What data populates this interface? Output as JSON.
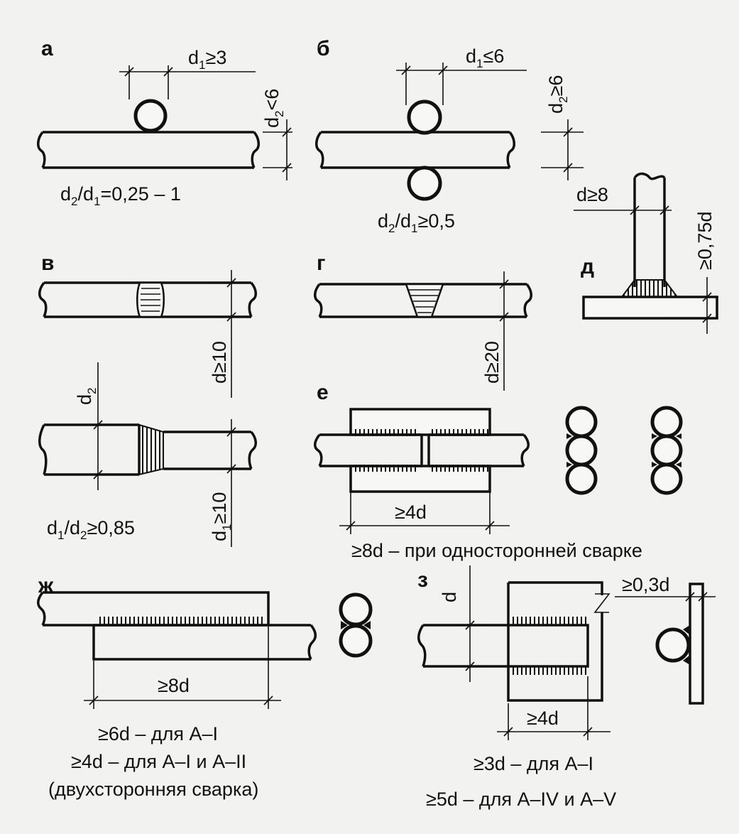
{
  "panels": {
    "a": {
      "letter": "а",
      "d1": "d",
      "d1_sub": "1",
      "d1_cond": "≥3",
      "d2": "d",
      "d2_sub": "2",
      "d2_cond": "<6",
      "ratio": {
        "p1": "d",
        "s1": "2",
        "p2": "/d",
        "s2": "1",
        "p3": "=0,25 – 1"
      }
    },
    "b": {
      "letter": "б",
      "d1": "d",
      "d1_sub": "1",
      "d1_cond": "≤6",
      "d2": "d",
      "d2_sub": "2",
      "d2_cond": "≥6",
      "ratio": {
        "p1": "d",
        "s1": "2",
        "p2": "/d",
        "s2": "1",
        "p3": "≥0,5"
      }
    },
    "v": {
      "letter": "в",
      "dim": "d≥10",
      "d2": "d",
      "d2_sub": "2",
      "d1": "d",
      "d1_sub": "1",
      "d1_cond": "≥10",
      "ratio": {
        "p1": "d",
        "s1": "1",
        "p2": "/d",
        "s2": "2",
        "p3": "≥0,85"
      }
    },
    "g": {
      "letter": "г",
      "dim": "d≥20"
    },
    "d": {
      "letter": "д",
      "dim_d": "d≥8",
      "dim_h": "≥0,75d"
    },
    "e": {
      "letter": "е",
      "dim": "≥4d",
      "note": "≥8d – при односторонней сварке"
    },
    "zh": {
      "letter": "ж",
      "dim": "≥8d",
      "notes": [
        "≥6d – для A–I",
        "≥4d – для A–I и A–II",
        "(двухсторонняя сварка)"
      ]
    },
    "z": {
      "letter": "з",
      "dim_d": "d",
      "dim_t": "≥0,3d",
      "dim": "≥4d",
      "notes": [
        "≥3d – для A–I",
        "≥5d – для A–IV и A–V"
      ]
    }
  },
  "colors": {
    "ink": "#111111",
    "paper": "#f2f2f0"
  }
}
